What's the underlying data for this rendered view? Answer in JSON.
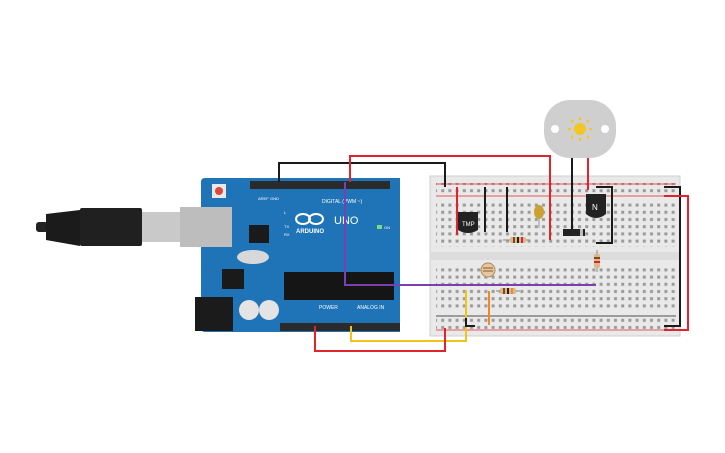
{
  "arduino": {
    "brand": "ARDUINO",
    "model": "UNO",
    "header_digital": "DIGITAL (PWM ~)",
    "header_power": "POWER",
    "header_analog": "ANALOG IN",
    "label_on": "ON",
    "label_tx": "TX",
    "label_rx": "RX",
    "label_l": "L",
    "label_aref": "AREF",
    "label_gnd": "GND"
  },
  "components": {
    "temp_sensor_label": "TMP",
    "transistor_label": "N"
  },
  "colors": {
    "board": "#1f73b7",
    "wire_red": "#e0242b",
    "wire_black": "#1a1a1a",
    "wire_purple": "#7a3fb0",
    "wire_yellow": "#f2c417",
    "wire_orange": "#f08a1c",
    "breadboard": "#e9e9e9"
  }
}
